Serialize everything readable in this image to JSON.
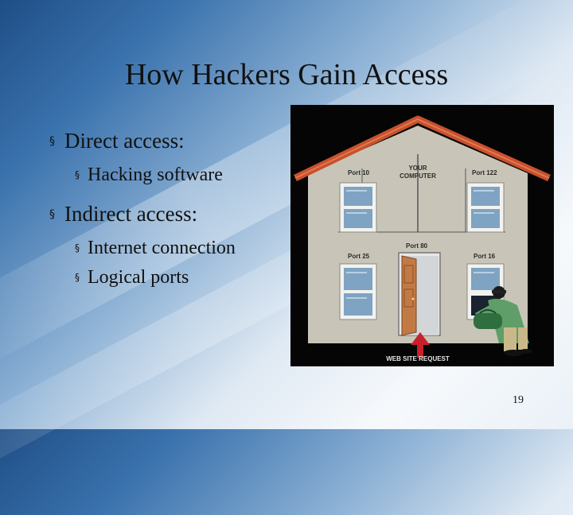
{
  "slide": {
    "title": "How Hackers Gain Access",
    "number": "19"
  },
  "bullets": [
    {
      "text": "Direct access:",
      "subitems": [
        {
          "text": "Hacking software"
        }
      ]
    },
    {
      "text": "Indirect access:",
      "subitems": [
        {
          "text": "Internet connection"
        },
        {
          "text": "Logical ports"
        }
      ]
    }
  ],
  "illustration": {
    "computer_label_line1": "YOUR",
    "computer_label_line2": "COMPUTER",
    "ports": {
      "top_left": "Port 10",
      "top_right": "Port 122",
      "middle": "Port 80",
      "bottom_left": "Port 25",
      "bottom_right": "Port 16"
    },
    "request_label": "WEB SITE REQUEST",
    "colors": {
      "wall": "#c8c5b8",
      "roof": "#c8502e",
      "arrow": "#c8202a",
      "door": "#c27a45",
      "hacker_shirt": "#5f9e68"
    }
  }
}
